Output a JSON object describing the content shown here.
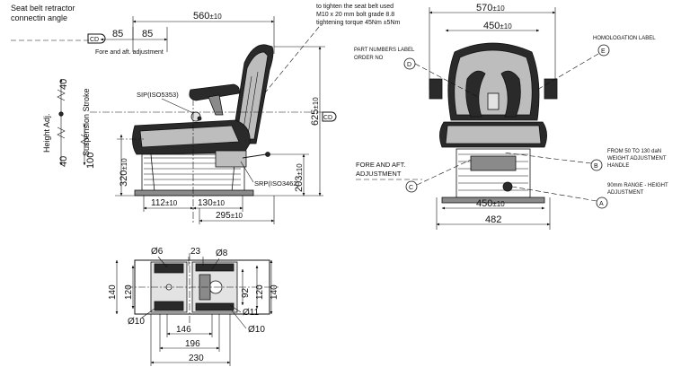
{
  "side_view": {
    "dimensions": {
      "overall_length": "560",
      "overall_length_tol": "±10",
      "cd_left": "85",
      "cd_right": "85",
      "height_total": "625",
      "height_total_tol": "±10",
      "seat_height": "320",
      "seat_height_tol": "±10",
      "srp_height": "203",
      "srp_height_tol": "±10",
      "base_offset": "112",
      "base_offset_tol": "±10",
      "base_mid": "130",
      "base_mid_tol": "±10",
      "base_length": "295",
      "base_length_tol": "±10",
      "height_adj_top": "40",
      "height_adj_bottom": "40",
      "suspension_stroke": "100"
    },
    "labels": {
      "retractor_line1": "Seat belt retractor",
      "retractor_line2": "connectin angle",
      "cd_tag": "CD",
      "cd_tag_right": "CD",
      "fore_aft": "Fore and aft. adjustment",
      "sip": "SIP(ISO5353)",
      "srp": "SRP(ISO3462)",
      "height_adj": "Height Adj.",
      "suspension": "Suspension Stroke"
    },
    "belt_note": {
      "line1": "to tighten the seat belt used",
      "line2": "M10 x 20 mm bolt grade 8.8",
      "line3": "tightening torque 45Nm ±5Nm"
    }
  },
  "front_view": {
    "dimensions": {
      "overall_width": "570",
      "overall_width_tol": "±10",
      "back_width": "450",
      "back_width_tol": "±10",
      "base_width": "450",
      "base_width_tol": "±10",
      "total_width": "482"
    },
    "callouts": [
      {
        "letter": "D",
        "text1": "PART NUMBERS LABEL",
        "text2": "ORDER NO"
      },
      {
        "letter": "E",
        "text1": "HOMOLOGATION LABEL",
        "text2": ""
      },
      {
        "letter": "B",
        "text1": "FROM 50 TO 130 daN",
        "text2": "WEIGHT ADJUSTMENT",
        "text3": "HANDLE"
      },
      {
        "letter": "C",
        "text1": "FORE AND AFT.",
        "text2": "ADJUSTMENT"
      },
      {
        "letter": "A",
        "text1": "90mm RANGE - HEIGHT",
        "text2": "ADJUSTMENT"
      }
    ]
  },
  "base_plan": {
    "dimensions": {
      "hole_small": "Ø6",
      "hole_mid": "Ø8",
      "hole_big": "Ø10",
      "hole_11": "Ø11",
      "hole_10b": "Ø10",
      "slot": "23",
      "depth_outer": "140",
      "depth_inner": "120",
      "depth_right_inner": "92",
      "depth_right_mid": "120",
      "depth_right_outer": "140",
      "width_146": "146",
      "width_196": "196",
      "width_230": "230"
    }
  }
}
